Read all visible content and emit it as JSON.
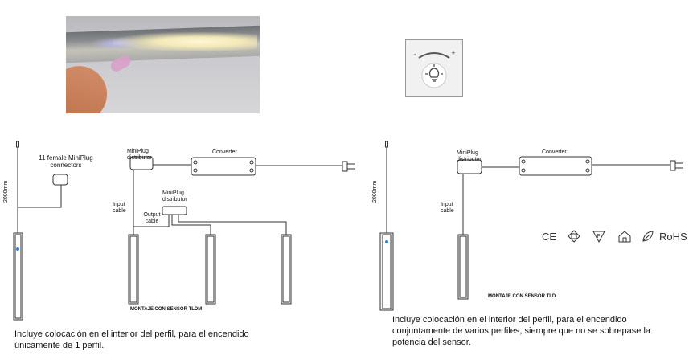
{
  "left_diagram": {
    "length_label": "2000mm",
    "connectors_label": "11 female MiniPlug connectors",
    "distributor_label": "MiniPlug distributor",
    "converter_label": "Converter",
    "distributor2_label": "MiniPlug distributor",
    "input_cable_label": "Input cable",
    "output_cable_label": "Output cable",
    "assembly_title": "MONTAJE CON SENSOR TLDM",
    "caption": "Incluye colocación en el interior del perfil, para el encendido únicamente de 1 perfil."
  },
  "right_diagram": {
    "length_label": "2000mm",
    "distributor_label": "MiniPlug distributor",
    "converter_label": "Converter",
    "input_cable_label": "Input cable",
    "assembly_title": "MONTAJE CON SENSOR TLD",
    "caption": "Incluye colocación en el interior del perfil, para el encendido conjuntamente de varios perfiles, siempre que no se sobrepase la potencia del sensor."
  },
  "certifications": [
    "CE",
    "RoHS"
  ],
  "icons": [
    "sensor-touch-icon",
    "ce-mark-icon",
    "class-ii-icon",
    "f-mark-icon",
    "home-icon",
    "eco-leaf-icon"
  ]
}
